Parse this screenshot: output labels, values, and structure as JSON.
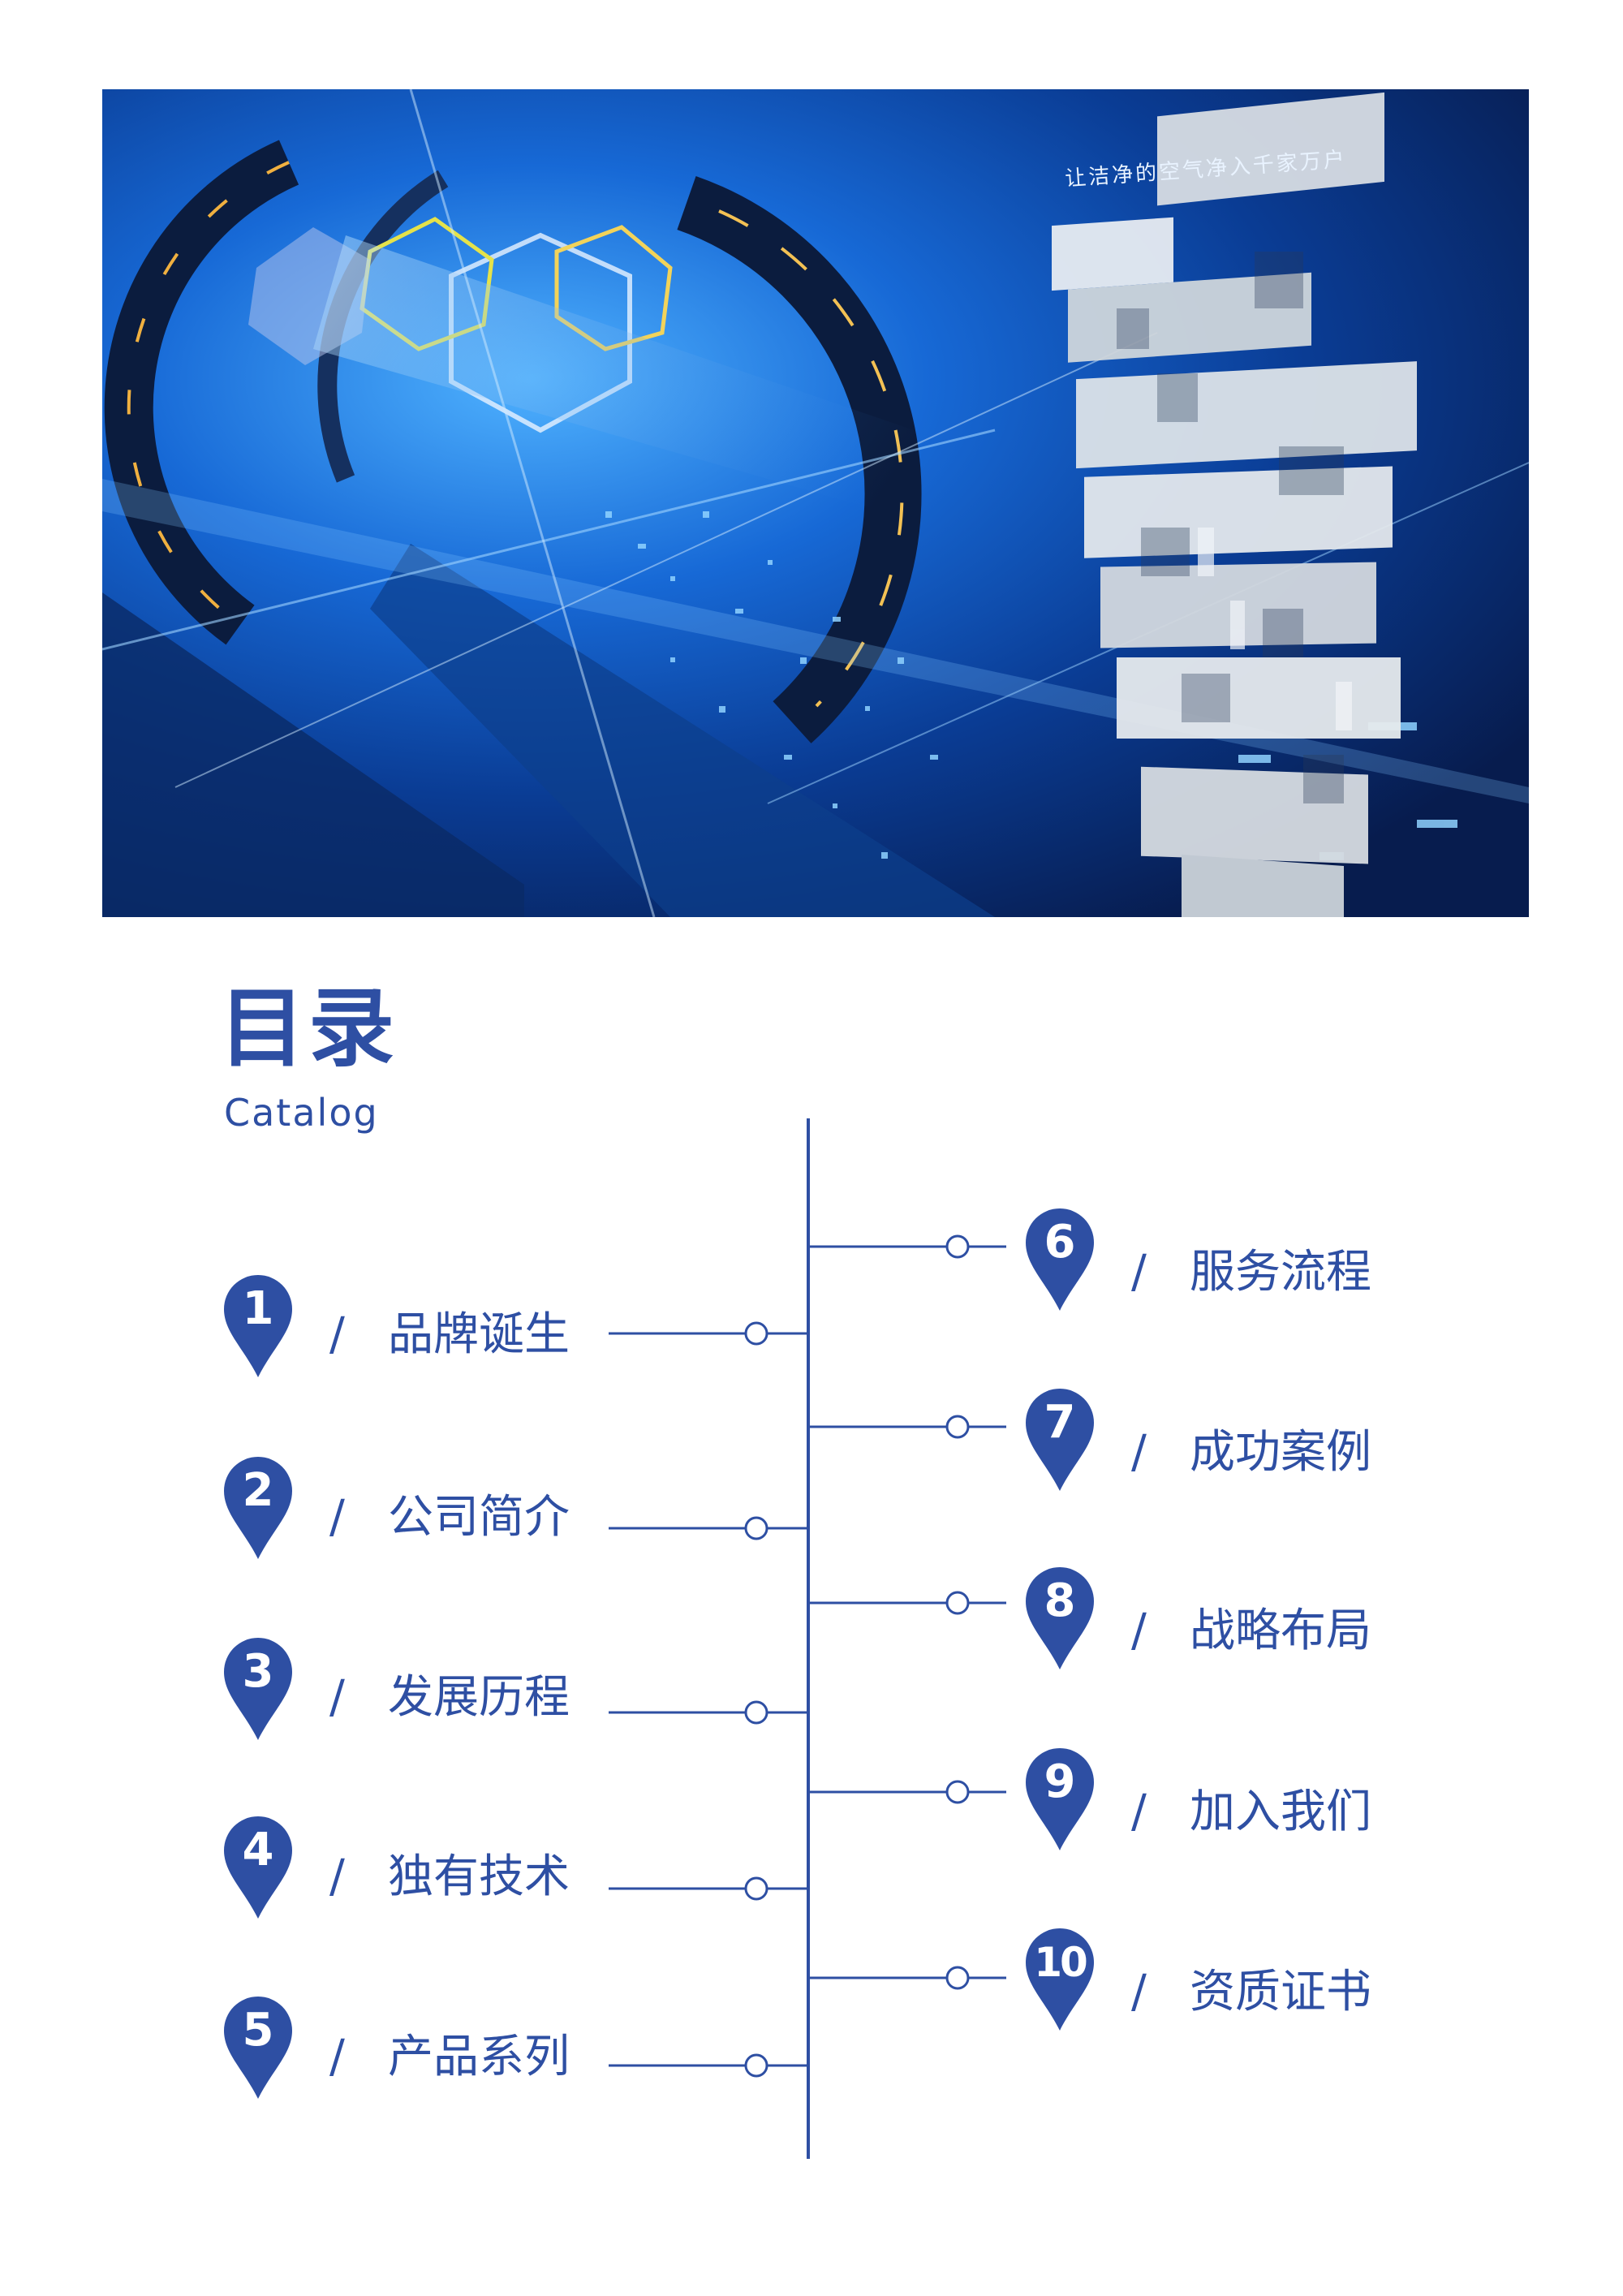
{
  "hero": {
    "caption": "让洁净的空气净入千家万户",
    "description_icon": "tech-collage-image"
  },
  "catalog": {
    "title": "目录",
    "subtitle": "Catalog"
  },
  "left_items": [
    {
      "number": "1",
      "label": "品牌诞生"
    },
    {
      "number": "2",
      "label": "公司简介"
    },
    {
      "number": "3",
      "label": "发展历程"
    },
    {
      "number": "4",
      "label": "独有技术"
    },
    {
      "number": "5",
      "label": "产品系列"
    }
  ],
  "right_items": [
    {
      "number": "6",
      "label": "服务流程"
    },
    {
      "number": "7",
      "label": "成功案例"
    },
    {
      "number": "8",
      "label": "战略布局"
    },
    {
      "number": "9",
      "label": "加入我们"
    },
    {
      "number": "10",
      "label": "资质证书"
    }
  ],
  "separator": "/",
  "colors": {
    "accent": "#2e4fa3",
    "background": "#ffffff"
  }
}
